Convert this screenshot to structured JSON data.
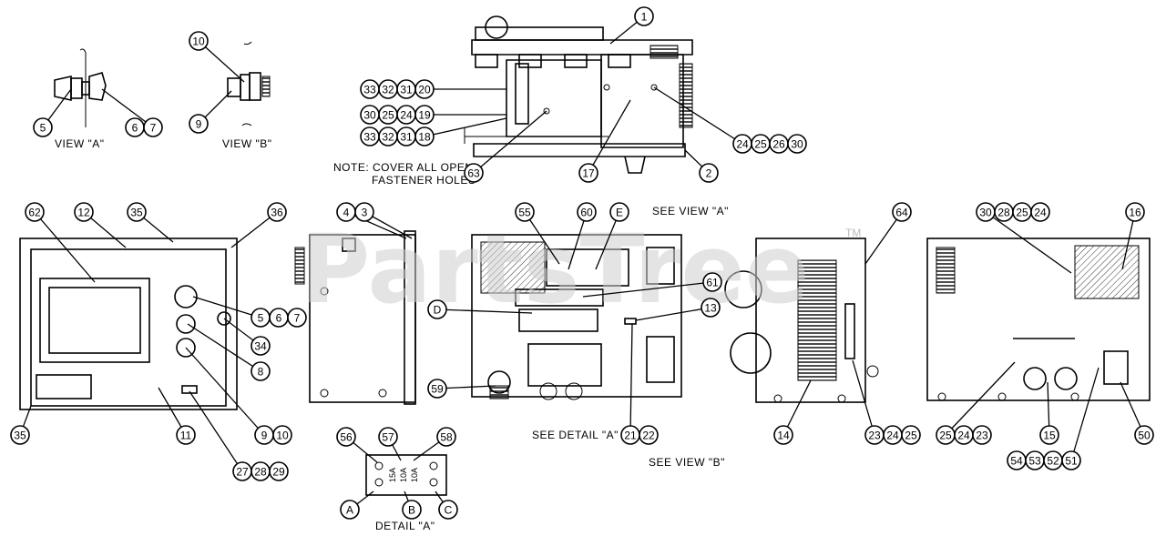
{
  "watermark": {
    "text": "PartsTree",
    "trademark": "TM"
  },
  "notes": {
    "note_line1": "NOTE: COVER ALL OPEN",
    "note_line2": "FASTENER HOLES"
  },
  "captions": {
    "view_a": "VIEW \"A\"",
    "view_b": "VIEW \"B\"",
    "see_view_a": "SEE VIEW \"A\"",
    "see_view_b": "SEE VIEW \"B\"",
    "see_detail_a": "SEE DETAIL \"A\"",
    "detail_a": "DETAIL \"A\"",
    "fuse_ratings": [
      "15A",
      "10A",
      "10A"
    ]
  },
  "callouts": [
    {
      "id": "c1",
      "label": "1"
    },
    {
      "id": "c2",
      "label": "2"
    },
    {
      "id": "c17",
      "label": "17"
    },
    {
      "id": "c63",
      "label": "63"
    },
    {
      "id": "c20",
      "label": "20"
    },
    {
      "id": "c31a",
      "label": "31"
    },
    {
      "id": "c32a",
      "label": "32"
    },
    {
      "id": "c33a",
      "label": "33"
    },
    {
      "id": "c19",
      "label": "19"
    },
    {
      "id": "c24a",
      "label": "24"
    },
    {
      "id": "c25a",
      "label": "25"
    },
    {
      "id": "c30a",
      "label": "30"
    },
    {
      "id": "c18",
      "label": "18"
    },
    {
      "id": "c31b",
      "label": "31"
    },
    {
      "id": "c32b",
      "label": "32"
    },
    {
      "id": "c33b",
      "label": "33"
    },
    {
      "id": "c24b",
      "label": "24"
    },
    {
      "id": "c25b",
      "label": "25"
    },
    {
      "id": "c26a",
      "label": "26"
    },
    {
      "id": "c30b",
      "label": "30"
    },
    {
      "id": "c5a",
      "label": "5"
    },
    {
      "id": "c6a",
      "label": "6"
    },
    {
      "id": "c7a",
      "label": "7"
    },
    {
      "id": "c10a",
      "label": "10"
    },
    {
      "id": "c9a",
      "label": "9"
    },
    {
      "id": "c62",
      "label": "62"
    },
    {
      "id": "c12",
      "label": "12"
    },
    {
      "id": "c35a",
      "label": "35"
    },
    {
      "id": "c36",
      "label": "36"
    },
    {
      "id": "c5b",
      "label": "5"
    },
    {
      "id": "c6b",
      "label": "6"
    },
    {
      "id": "c7b",
      "label": "7"
    },
    {
      "id": "c34",
      "label": "34"
    },
    {
      "id": "c8",
      "label": "8"
    },
    {
      "id": "c9b",
      "label": "9"
    },
    {
      "id": "c10b",
      "label": "10"
    },
    {
      "id": "c35b",
      "label": "35"
    },
    {
      "id": "c11",
      "label": "11"
    },
    {
      "id": "c27",
      "label": "27"
    },
    {
      "id": "c28a",
      "label": "28"
    },
    {
      "id": "c29",
      "label": "29"
    },
    {
      "id": "c4",
      "label": "4"
    },
    {
      "id": "c3",
      "label": "3"
    },
    {
      "id": "c55",
      "label": "55"
    },
    {
      "id": "c60",
      "label": "60"
    },
    {
      "id": "cE",
      "label": "E"
    },
    {
      "id": "c61",
      "label": "61"
    },
    {
      "id": "cD",
      "label": "D"
    },
    {
      "id": "c13",
      "label": "13"
    },
    {
      "id": "c59",
      "label": "59"
    },
    {
      "id": "c21",
      "label": "21"
    },
    {
      "id": "c22",
      "label": "22"
    },
    {
      "id": "c56",
      "label": "56"
    },
    {
      "id": "c57",
      "label": "57"
    },
    {
      "id": "c58",
      "label": "58"
    },
    {
      "id": "cA",
      "label": "A"
    },
    {
      "id": "cB",
      "label": "B"
    },
    {
      "id": "cC",
      "label": "C"
    },
    {
      "id": "c64",
      "label": "64"
    },
    {
      "id": "c14",
      "label": "14"
    },
    {
      "id": "c23a",
      "label": "23"
    },
    {
      "id": "c24c",
      "label": "24"
    },
    {
      "id": "c25c",
      "label": "25"
    },
    {
      "id": "c30c",
      "label": "30"
    },
    {
      "id": "c28b",
      "label": "28"
    },
    {
      "id": "c25d",
      "label": "25"
    },
    {
      "id": "c24d",
      "label": "24"
    },
    {
      "id": "c16",
      "label": "16"
    },
    {
      "id": "c25e",
      "label": "25"
    },
    {
      "id": "c24e",
      "label": "24"
    },
    {
      "id": "c23b",
      "label": "23"
    },
    {
      "id": "c15",
      "label": "15"
    },
    {
      "id": "c50",
      "label": "50"
    },
    {
      "id": "c54",
      "label": "54"
    },
    {
      "id": "c53",
      "label": "53"
    },
    {
      "id": "c52",
      "label": "52"
    },
    {
      "id": "c51",
      "label": "51"
    }
  ]
}
